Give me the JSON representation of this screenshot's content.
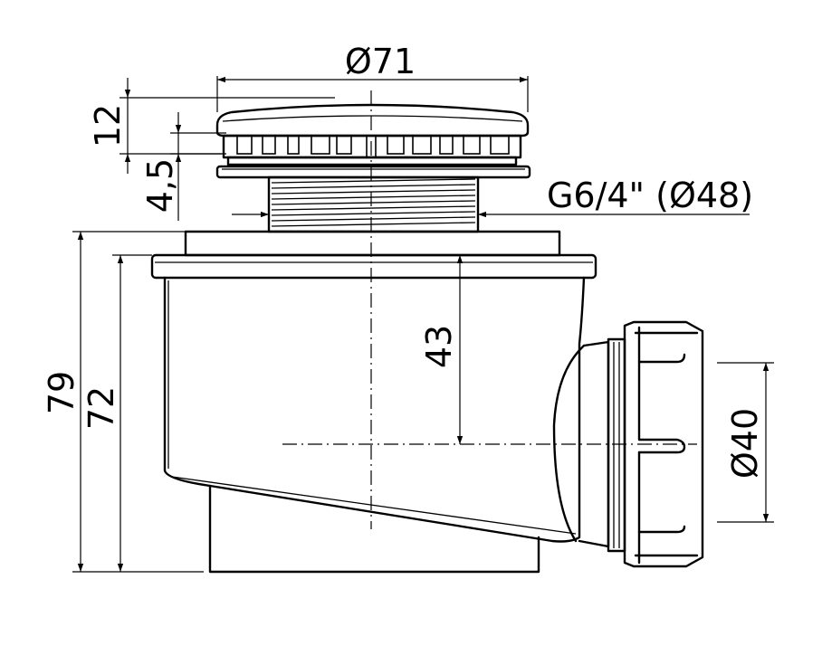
{
  "dimensions": {
    "top_diameter": "Ø71",
    "cap_height": "12",
    "flange_gap": "4,5",
    "thread_size": "G6/4\" (Ø48)",
    "total_height": "79",
    "body_height": "72",
    "outlet_center_height": "43",
    "outlet_diameter": "Ø40"
  }
}
